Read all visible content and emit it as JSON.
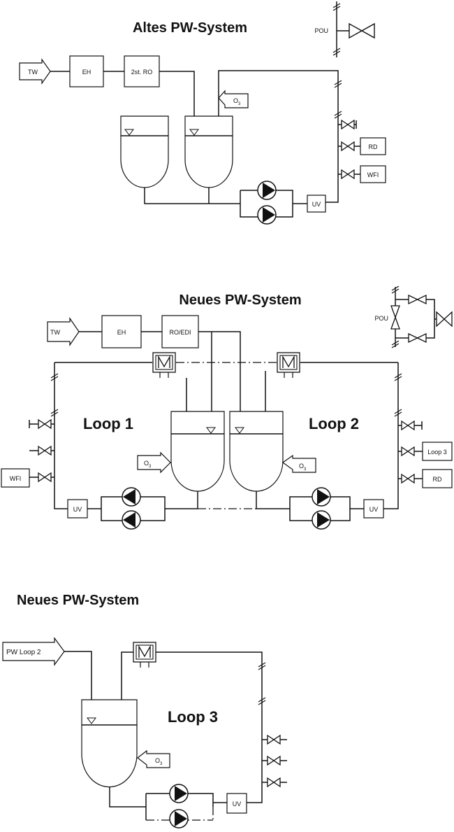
{
  "diagram": {
    "old_system": {
      "title": "Altes PW-System",
      "tw": "TW",
      "eh": "EH",
      "ro": "2st. RO",
      "o3": "O",
      "o3_sub": "3",
      "pou": "POU",
      "rd": "RD",
      "wfi": "WFI",
      "uv": "UV"
    },
    "new_system": {
      "title": "Neues PW-System",
      "tw": "TW",
      "eh": "EH",
      "roedi": "RO/EDI",
      "loop1": "Loop 1",
      "loop2": "Loop 2",
      "o3": "O",
      "o3_sub": "3",
      "pou": "POU",
      "wfi": "WFI",
      "loop3_out": "Loop 3",
      "rd": "RD",
      "uv": "UV"
    },
    "loop3_system": {
      "title": "Neues PW-System",
      "inlet": "PW Loop 2",
      "loop3": "Loop 3",
      "o3": "O",
      "o3_sub": "3",
      "uv": "UV"
    }
  }
}
